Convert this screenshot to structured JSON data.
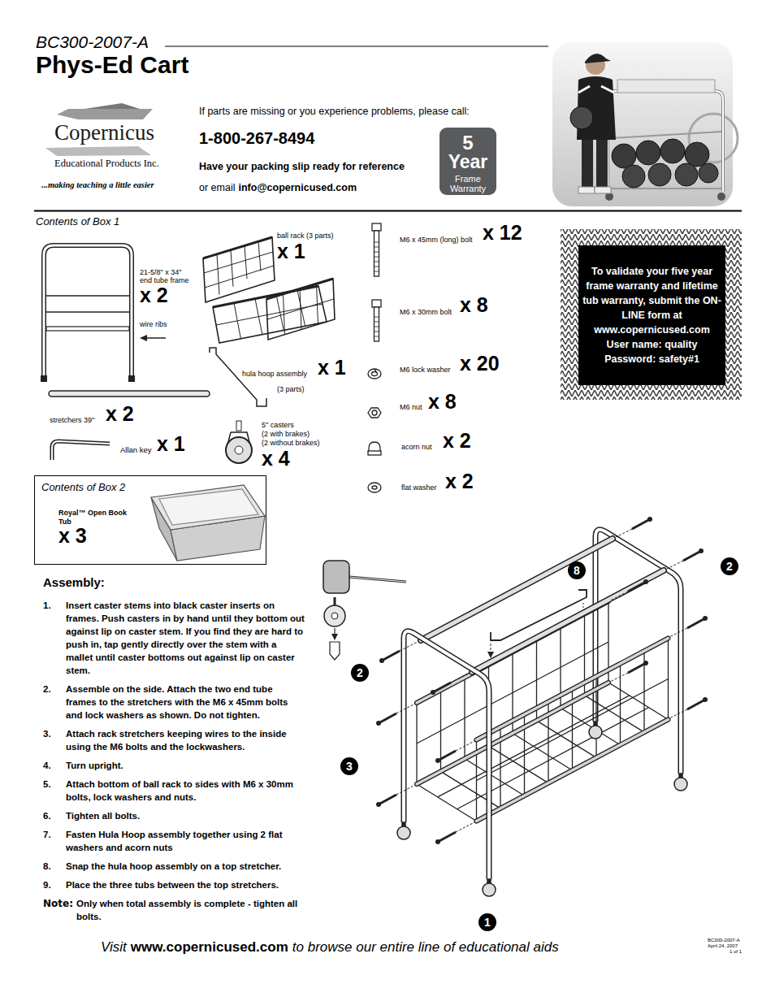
{
  "diagram": {
    "title": "Phys-Ed Cart",
    "nodes": [
      {
        "text": [
          "5",
          "Year",
          "Frame Warranty"
        ]
      },
      {
        "text": [
          "To validate your five year frame warranty and lifetime tub warranty, submit the ON-LINE form at www.copernicused.com",
          "User name: quality",
          "Password: safety#1"
        ]
      },
      {
        "text": [
          "Contents of Box 2",
          "Royal™ Open Book Tub",
          "x 3"
        ]
      },
      {
        "text": [
          "8"
        ]
      },
      {
        "text": [
          "2"
        ]
      },
      {
        "text": [
          "2"
        ]
      },
      {
        "text": [
          "3"
        ]
      },
      {
        "text": [
          "1"
        ]
      }
    ],
    "labels": [
      "BC300-2007-A",
      "Copernicus",
      "Educational Products Inc.",
      "...making teaching a little easier",
      "If parts are missing or you experience problems, please call:",
      "1-800-267-8494",
      "Have your packing slip ready for reference",
      "or email",
      "info@copernicused.com",
      "Contents of Box 1",
      "21-5/8\" x 34\" end tube frame",
      "x 2",
      "wire ribs",
      "stretchers 39\"",
      "x 2",
      "Allan key",
      "x 1",
      "ball rack (3 parts)",
      "x 1",
      "hula hoop assembly",
      "x 1",
      "(3 parts)",
      "5\" casters",
      "(2 with brakes)",
      "(2 without brakes)",
      "x 4",
      "M6 x 45mm (long) bolt",
      "x 12",
      "M6 x 30mm bolt",
      "x 8",
      "M6 lock washer",
      "x 20",
      "M6 nut",
      "x 8",
      "acorn nut",
      "x 2",
      "flat washer",
      "x 2",
      "Assembly:",
      "1.",
      "Insert caster stems into black caster inserts on frames. Push casters in by hand until they bottom out against lip on caster stem. If you find they are hard to push in, tap gently directly over the stem with a mallet until caster bottoms out against lip on caster stem.",
      "2.",
      "Assemble on the side. Attach the two end tube frames to the stretchers with the M6 x 45mm bolts and lock washers as shown. Do not tighten.",
      "3.",
      "Attach rack stretchers keeping wires to the inside using the M6 bolts and the lockwashers.",
      "4.",
      "Turn upright.",
      "5.",
      "Attach bottom of ball rack to sides with M6 x 30mm bolts, lock washers and nuts.",
      "6.",
      "Tighten all bolts.",
      "7.",
      "Fasten Hula Hoop assembly together using 2 flat washers and acorn nuts",
      "8.",
      "Snap the hula hoop assembly on a top stretcher.",
      "9.",
      "Place the three tubs between the top stretchers.",
      "Note:",
      "Only when total assembly is complete - tighten all bolts.",
      "Visit",
      "www.copernicused.com",
      "to browse our entire line of educational aids",
      "BC300-2007-A",
      "April 24, 2007",
      "1 of 1"
    ]
  }
}
